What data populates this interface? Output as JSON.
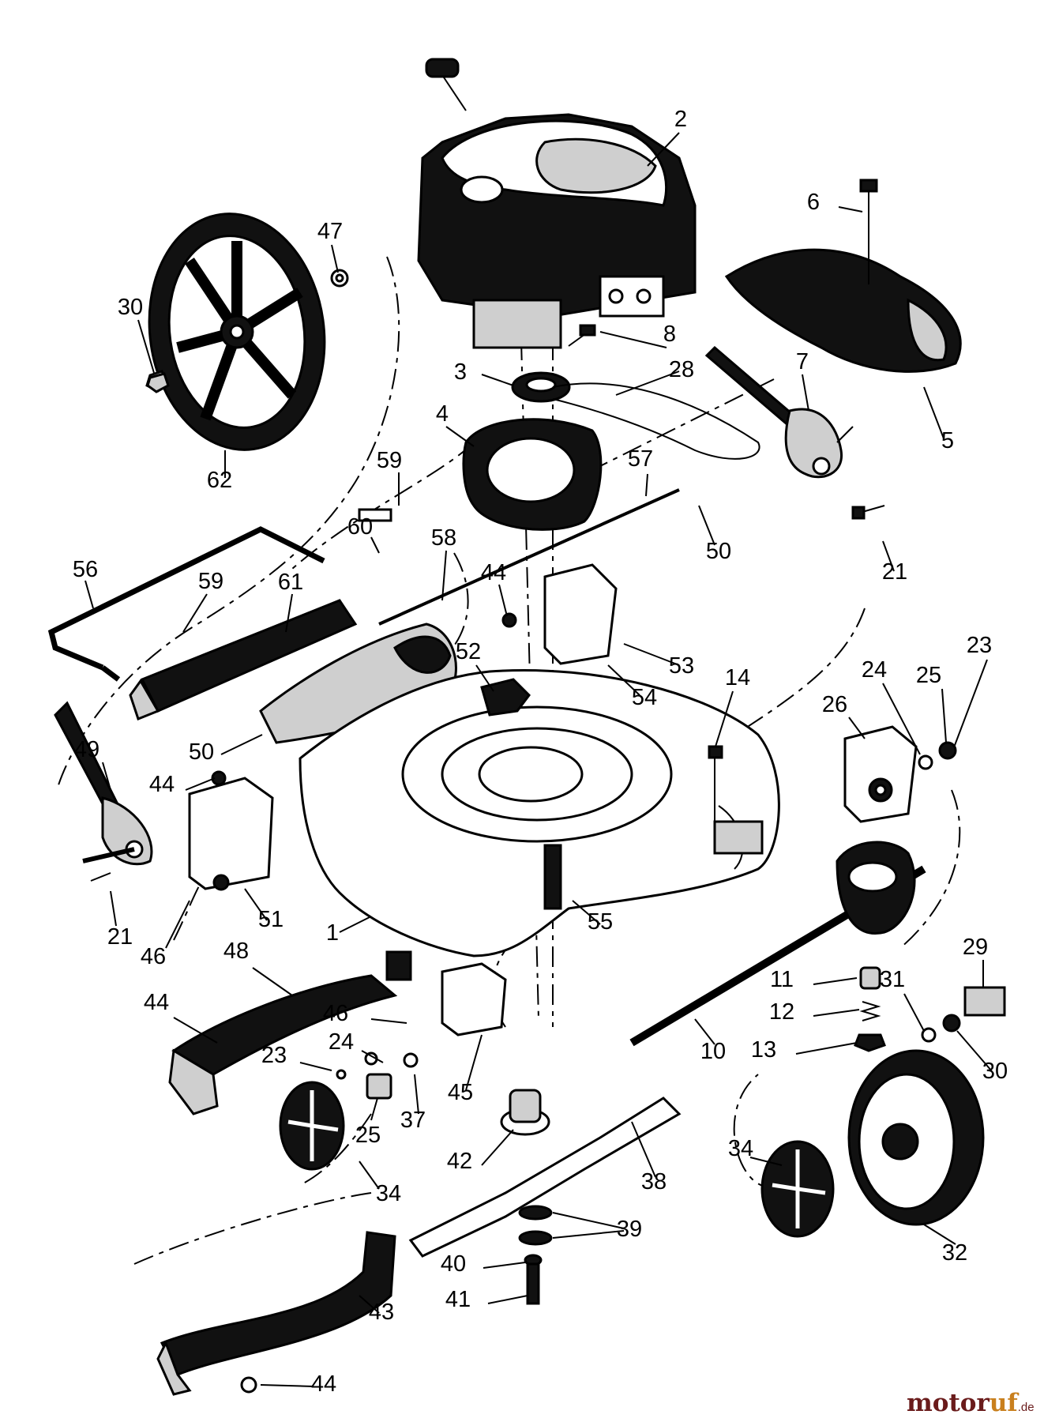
{
  "diagram": {
    "callouts": [
      "1",
      "2",
      "3",
      "4",
      "5",
      "6",
      "7",
      "8",
      "10",
      "11",
      "12",
      "13",
      "14",
      "21",
      "23",
      "24",
      "25",
      "26",
      "28",
      "29",
      "30",
      "31",
      "32",
      "34",
      "37",
      "38",
      "39",
      "40",
      "41",
      "42",
      "43",
      "44",
      "45",
      "46",
      "47",
      "48",
      "49",
      "50",
      "51",
      "52",
      "53",
      "54",
      "55",
      "56",
      "57",
      "58",
      "59",
      "60",
      "61",
      "62"
    ],
    "watermark": {
      "part_a": "motor",
      "part_b": "uf",
      "suffix": ".de"
    }
  }
}
